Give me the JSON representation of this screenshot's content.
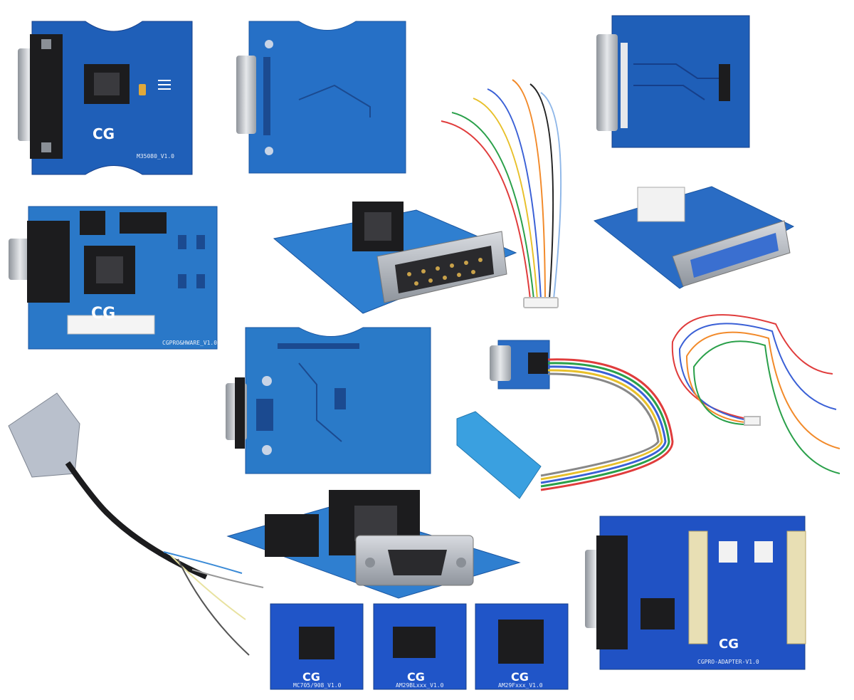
{
  "boards": {
    "m35080": {
      "logo": "CG",
      "label": "M35080_V1.0"
    },
    "eeprom": {
      "logo": "CG",
      "label": "CGPRO&HWARE_V1.0"
    },
    "mc705": {
      "logo": "CG",
      "label": "MC705/908_V1.0"
    },
    "am29bl": {
      "logo": "CG",
      "label": "AM29BLxxx_V1.0"
    },
    "am29f": {
      "logo": "CG",
      "label": "AM29Fxxx_V1.0"
    },
    "cgpro": {
      "logo": "CG",
      "label": "CGPRO-ADAPTER-V1.0"
    }
  },
  "colors": {
    "pcb": "#1f5fb8",
    "pcb_dark": "#163f8a",
    "pcb_light": "#3a7fd6",
    "metal": "#c9ccd1",
    "connector_black": "#1c1c1e",
    "cable_grey": "#b9c0cc",
    "cap_blue": "#3aa0e0"
  }
}
